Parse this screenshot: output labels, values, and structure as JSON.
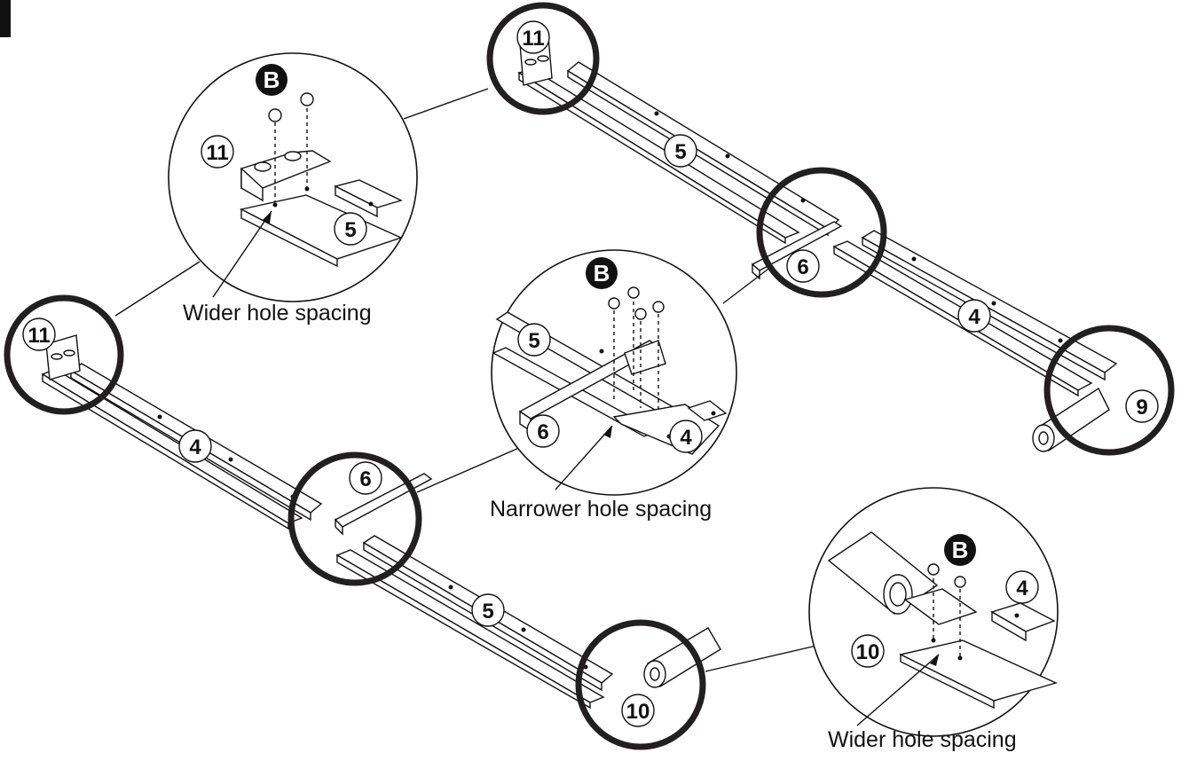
{
  "callouts": {
    "top_left": "Wider hole spacing",
    "center": "Narrower hole spacing",
    "bottom_right": "Wider hole spacing"
  },
  "part_labels": {
    "p11_topleft_detail": "11",
    "p5_topleft_detail": "5",
    "p11_topright_frame": "11",
    "p5_topright_frame": "5",
    "p6_topright_frame": "6",
    "p4_topright_frame": "4",
    "p9_topright_frame": "9",
    "p11_left_frame": "11",
    "p4_left_frame": "4",
    "p6_left_frame": "6",
    "p5_left_frame": "5",
    "p10_left_frame": "10",
    "p5_center_detail": "5",
    "p6_center_detail": "6",
    "p4_center_detail": "4",
    "p4_bottomright_detail": "4",
    "p10_bottomright_detail": "10"
  },
  "hardware_labels": {
    "b_topleft": "B",
    "b_center": "B",
    "b_bottomright": "B"
  }
}
